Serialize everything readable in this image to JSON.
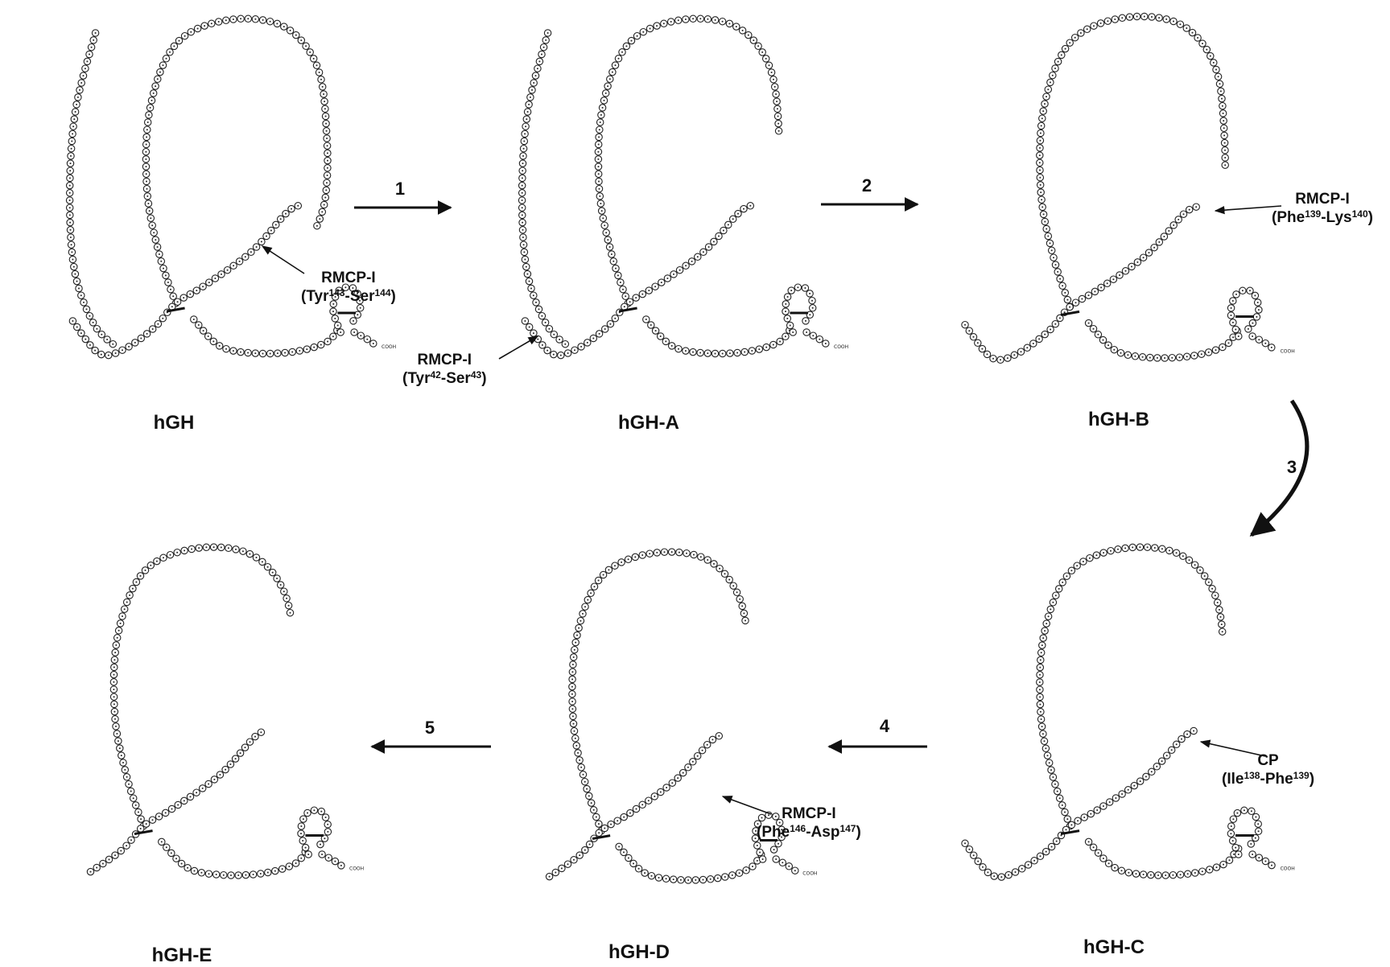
{
  "panels": [
    {
      "name": "hGH"
    },
    {
      "name": "hGH-A"
    },
    {
      "name": "hGH-B"
    },
    {
      "name": "hGH-C"
    },
    {
      "name": "hGH-D"
    },
    {
      "name": "hGH-E"
    }
  ],
  "steps": [
    "1",
    "2",
    "3",
    "4",
    "5"
  ],
  "cleavages": [
    {
      "enzyme": "RMCP-I",
      "open": "(",
      "res1": "Tyr",
      "pos1": "143",
      "sep": "-",
      "res2": "Ser",
      "pos2": "144",
      "close": ")"
    },
    {
      "enzyme": "RMCP-I",
      "open": "(",
      "res1": "Tyr",
      "pos1": "42",
      "sep": "-",
      "res2": "Ser",
      "pos2": "43",
      "close": ")"
    },
    {
      "enzyme": "RMCP-I",
      "open": "(",
      "res1": "Phe",
      "pos1": "139",
      "sep": "-",
      "res2": "Lys",
      "pos2": "140",
      "close": ")"
    },
    {
      "enzyme": "CP",
      "open": "(",
      "res1": "Ile",
      "pos1": "138",
      "sep": "-",
      "res2": "Phe",
      "pos2": "139",
      "close": ")"
    },
    {
      "enzyme": "RMCP-I",
      "open": "(",
      "res1": "Phe",
      "pos1": "146",
      "sep": "-",
      "res2": "Asp",
      "pos2": "147",
      "close": ")"
    }
  ],
  "terminus_label": "COOH"
}
